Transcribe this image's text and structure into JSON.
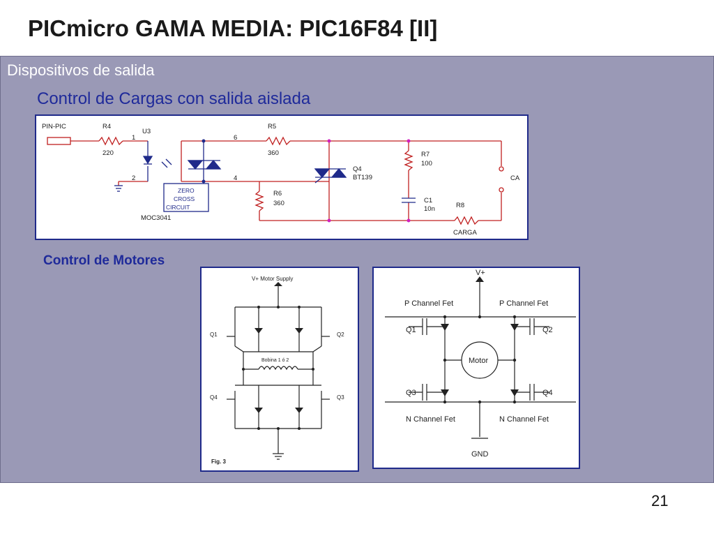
{
  "slide": {
    "title": "PICmicro GAMA MEDIA: PIC16F84 [II]",
    "heading": "Dispositivos de salida",
    "subheading": "Control de Cargas con salida aislada",
    "motor_heading": "Control de Motores",
    "page_number": "21"
  },
  "circuit1": {
    "pin_label": "PIN-PIC",
    "r4": "R4",
    "r4_value": "220",
    "u3": "U3",
    "pin1": "1",
    "pin2": "2",
    "pin4": "4",
    "pin6": "6",
    "zc1": "ZERO",
    "zc2": "CROSS",
    "zc3": "CIRCUIT",
    "moc": "MOC3041",
    "r5": "R5",
    "r5_value": "360",
    "r6": "R6",
    "r6_value": "360",
    "q4": "Q4",
    "q4_part": "BT139",
    "r7": "R7",
    "r7_value": "100",
    "c1": "C1",
    "c1_value": "10n",
    "r8": "R8",
    "r8_value": "CARGA",
    "ca": "CA"
  },
  "circuit2": {
    "supply": "V+ Motor Supply",
    "q1": "Q1",
    "q2": "Q2",
    "q3": "Q3",
    "q4": "Q4",
    "coil": "Bobina 1 ó 2",
    "fig": "Fig. 3"
  },
  "circuit3": {
    "vplus": "V+",
    "p_left": "P Channel Fet",
    "p_right": "P Channel Fet",
    "n_left": "N Channel Fet",
    "n_right": "N Channel Fet",
    "q1": "Q1",
    "q2": "Q2",
    "q3": "Q3",
    "q4": "Q4",
    "motor": "Motor",
    "gnd": "GND"
  },
  "colors": {
    "panel": "#9a99b6",
    "heading_blue": "#1f2a9a",
    "wire_red": "#c02020",
    "wire_blue": "#1f2a8a",
    "node_magenta": "#d020c0"
  }
}
